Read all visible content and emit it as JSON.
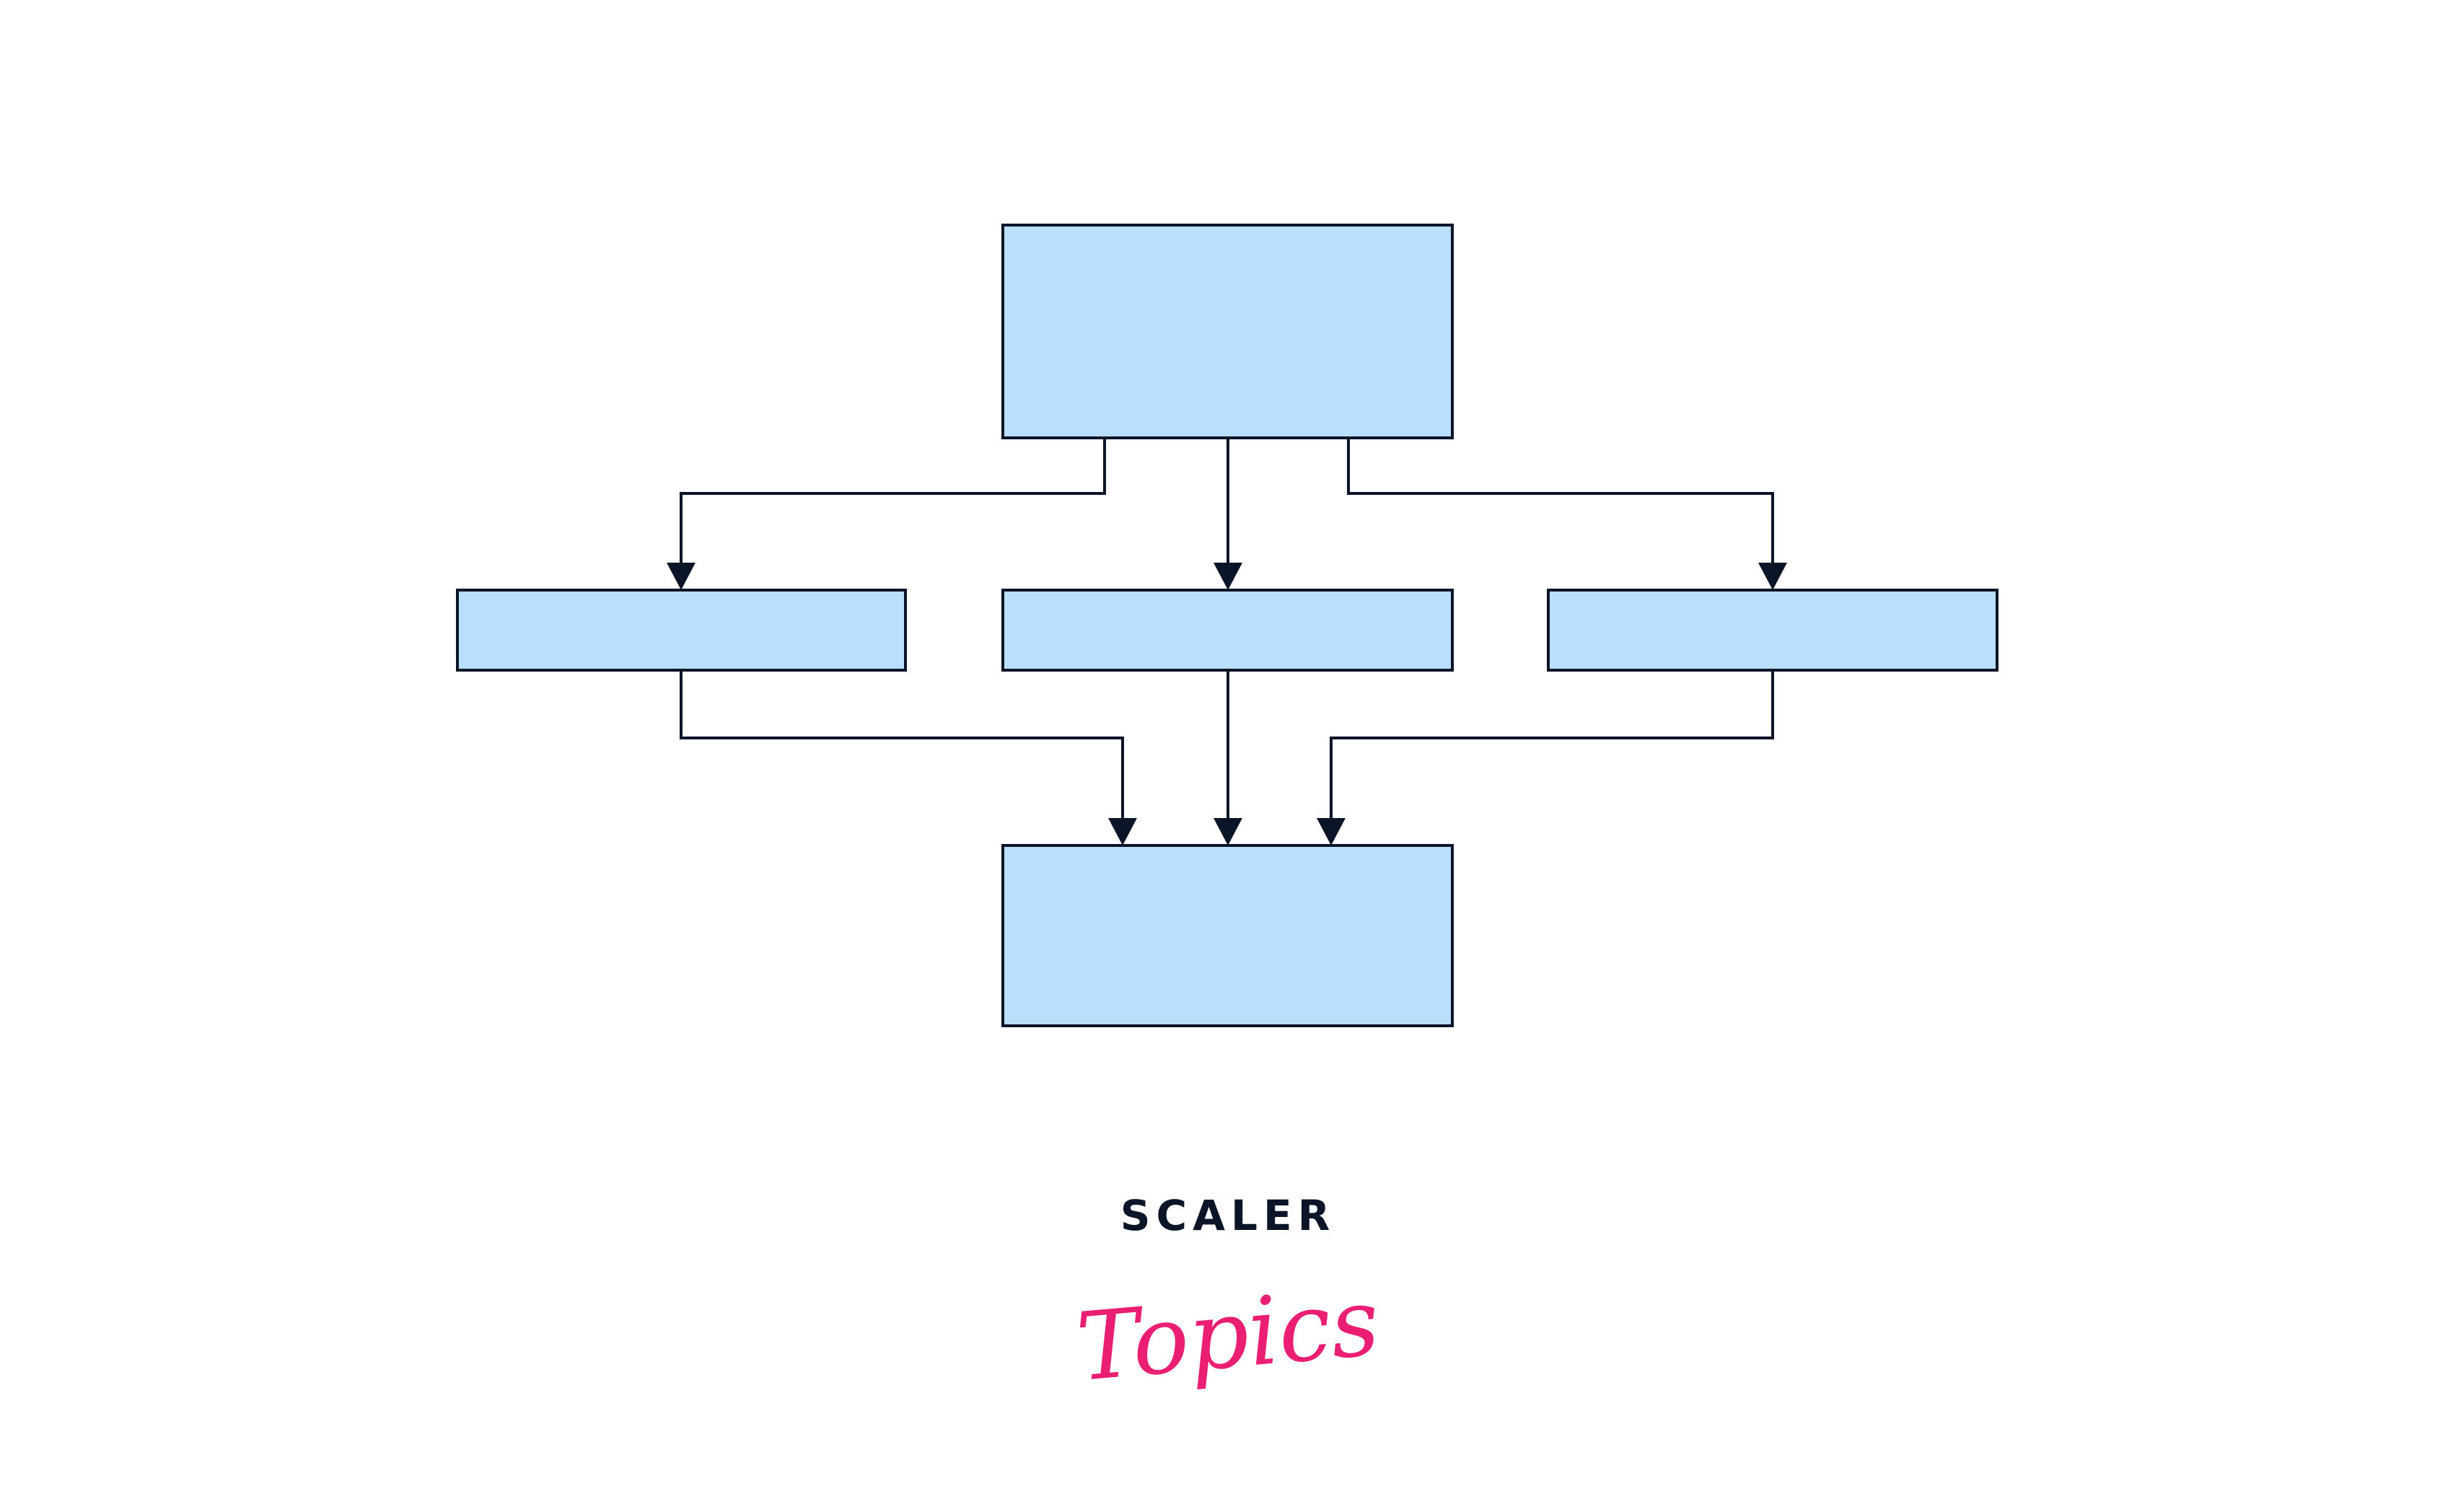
{
  "diagram": {
    "type": "flowchart",
    "nodes": [
      {
        "id": "top",
        "label": ""
      },
      {
        "id": "middle-left",
        "label": ""
      },
      {
        "id": "middle-center",
        "label": ""
      },
      {
        "id": "middle-right",
        "label": ""
      },
      {
        "id": "bottom",
        "label": ""
      }
    ],
    "edges": [
      {
        "from": "top",
        "to": "middle-left"
      },
      {
        "from": "top",
        "to": "middle-center"
      },
      {
        "from": "top",
        "to": "middle-right"
      },
      {
        "from": "middle-left",
        "to": "bottom"
      },
      {
        "from": "middle-center",
        "to": "bottom"
      },
      {
        "from": "middle-right",
        "to": "bottom"
      }
    ],
    "colors": {
      "box_fill": "#b9dffd",
      "stroke": "#0c1427"
    }
  },
  "logo": {
    "line1": "SCALER",
    "line2": "Topics",
    "colors": {
      "line1": "#0c1427",
      "line2": "#ea1e72"
    }
  }
}
